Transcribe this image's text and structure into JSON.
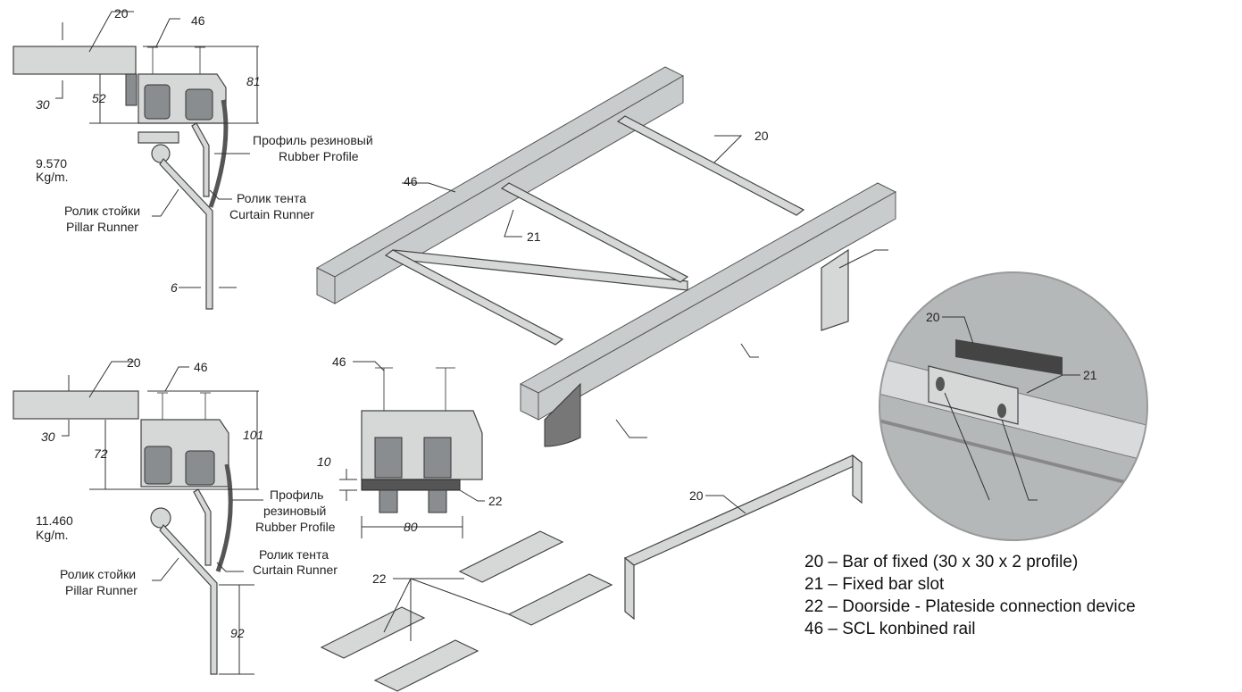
{
  "section_top": {
    "callout_bar": "20",
    "callout_rail": "46",
    "dim_height": "81",
    "dim_bar": "30",
    "dim_roller": "52",
    "weight_value": "9.570",
    "weight_unit": "Kg/m.",
    "rubber_ru": "Профиль резиновый",
    "rubber_en": "Rubber Profile",
    "curtain_ru": "Ролик тента",
    "curtain_en": "Curtain Runner",
    "pillar_ru": "Ролик стойки",
    "pillar_en": "Pillar Runner",
    "dim_thickness": "6"
  },
  "section_bottom": {
    "callout_bar": "20",
    "callout_rail": "46",
    "dim_height": "101",
    "dim_bar": "30",
    "dim_roller": "72",
    "weight_value": "11.460",
    "weight_unit": "Kg/m.",
    "rubber_ru_1": "Профиль",
    "rubber_ru_2": "резиновый",
    "rubber_en": "Rubber Profile",
    "curtain_ru": "Ролик тента",
    "curtain_en": "Curtain Runner",
    "pillar_ru": "Ролик стойки",
    "pillar_en": "Pillar Runner",
    "dim_length": "92"
  },
  "connector_section": {
    "callout_rail": "46",
    "dim_plate": "10",
    "callout_device": "22",
    "dim_width": "80"
  },
  "plates": {
    "callout_device": "22"
  },
  "frame": {
    "callout_rail": "46",
    "callout_bar": "20",
    "callout_slot": "21"
  },
  "detail": {
    "callout_bar": "20",
    "callout_slot": "21"
  },
  "loose_bar": {
    "callout_bar": "20"
  },
  "legend": [
    "20 – Bar of fixed (30 x 30 x 2 profile)",
    "21 – Fixed bar slot",
    "22 – Doorside - Plateside connection device",
    "46 – SCL konbined rail"
  ]
}
